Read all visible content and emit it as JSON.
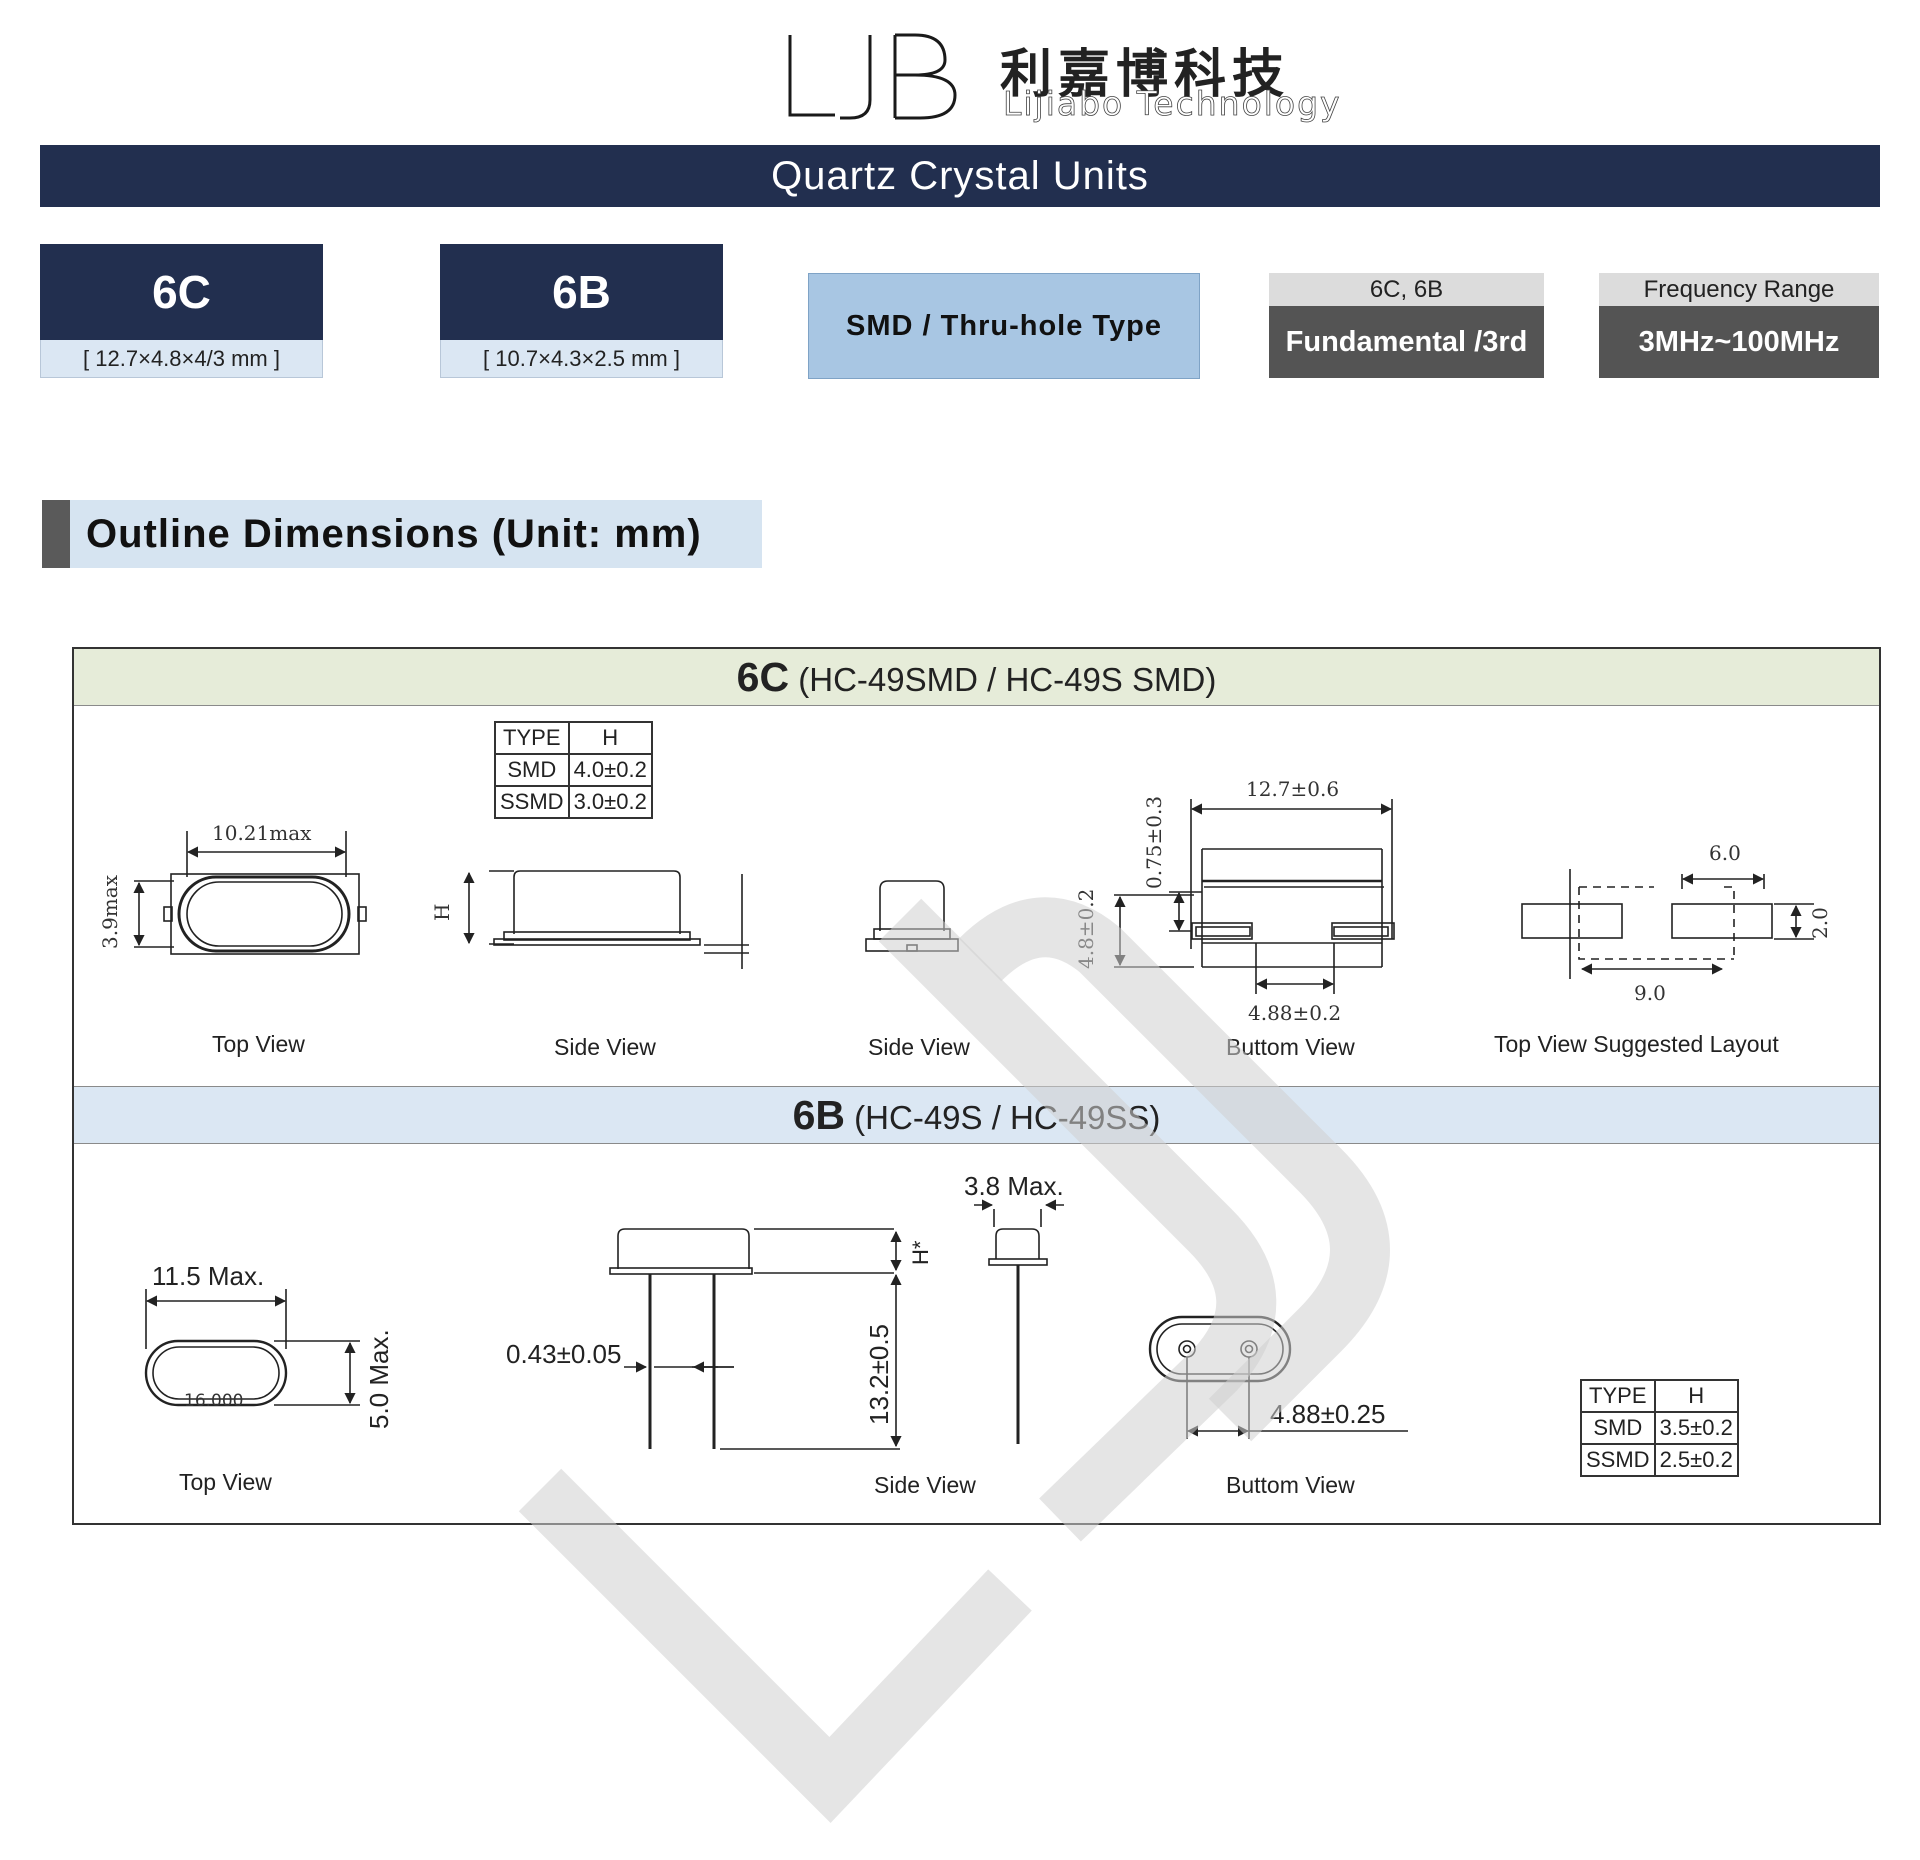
{
  "header": {
    "logo_mark": "LJB",
    "brand_cn": "利嘉博科技",
    "brand_en": "Lijiabo Technology"
  },
  "title": "Quartz Crystal Units",
  "packages": [
    {
      "code": "6C",
      "size": "[ 12.7×4.8×4/3 mm ]"
    },
    {
      "code": "6B",
      "size": "[ 10.7×4.3×2.5 mm ]"
    }
  ],
  "type_label": "SMD / Thru-hole Type",
  "mode": {
    "header": "6C, 6B",
    "value": "Fundamental /3rd"
  },
  "freq": {
    "header": "Frequency Range",
    "value": "3MHz~100MHz"
  },
  "section_title": "Outline Dimensions (Unit: mm)",
  "pkg_6c": {
    "code": "6C",
    "name": "(HC-49SMD / HC-49S SMD)",
    "table": {
      "headers": [
        "TYPE",
        "H"
      ],
      "rows": [
        [
          "SMD",
          "4.0±0.2"
        ],
        [
          "SSMD",
          "3.0±0.2"
        ]
      ]
    },
    "dims": {
      "top_width": "10.21max",
      "top_height": "3.9max",
      "side_h": "H",
      "bottom_length": "12.7±0.6",
      "bottom_075": "0.75±0.3",
      "bottom_height": "4.8±0.2",
      "bottom_pitch": "4.88±0.2",
      "layout_60": "6.0",
      "layout_20": "2.0",
      "layout_90": "9.0"
    },
    "views": [
      "Top View",
      "Side View",
      "Side View",
      "Buttom View",
      "Top View Suggested Layout"
    ]
  },
  "pkg_6b": {
    "code": "6B",
    "name": "(HC-49S / HC-49SS)",
    "table": {
      "headers": [
        "TYPE",
        "H"
      ],
      "rows": [
        [
          "SMD",
          "3.5±0.2"
        ],
        [
          "SSMD",
          "2.5±0.2"
        ]
      ]
    },
    "dims": {
      "top_width": "11.5 Max.",
      "top_height": "5.0 Max.",
      "top_marking": "16.000",
      "lead_dia": "0.43±0.05",
      "lead_len": "13.2±0.5",
      "h_star": "H*",
      "side_width": "3.8 Max.",
      "bottom_pitch": "4.88±0.25"
    },
    "views": [
      "Top View",
      "Side View",
      "Buttom View"
    ]
  }
}
